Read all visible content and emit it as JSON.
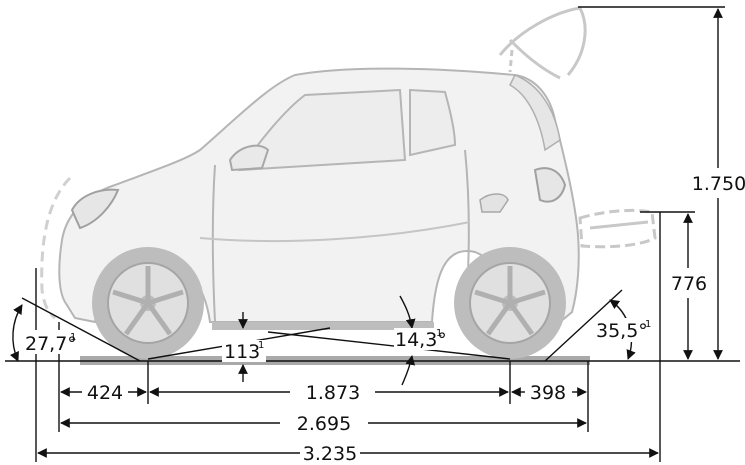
{
  "drawing": {
    "subject": "vehicle-side-elevation",
    "colors": {
      "line": "#111111",
      "body_fill": "#f2f2f2",
      "body_outline": "#b5b5b5",
      "wheel": "#bdbdbd",
      "rim": "#e0e0e0",
      "ground": "#a9a9a9",
      "door_ghost": "#d0d0d0"
    }
  },
  "dimensions": {
    "height": {
      "value": "1.750",
      "sup": ""
    },
    "tailgate_height": {
      "value": "776",
      "sup": ""
    },
    "approach_angle": {
      "value": "27,7°",
      "sup": "1"
    },
    "departure_angle": {
      "value": "35,5°",
      "sup": "1"
    },
    "breakover_angle": {
      "value": "14,3°",
      "sup": "1"
    },
    "ground_clearance": {
      "value": "113",
      "sup": "1"
    },
    "front_overhang": {
      "value": "424",
      "sup": ""
    },
    "wheelbase": {
      "value": "1.873",
      "sup": ""
    },
    "rear_overhang": {
      "value": "398",
      "sup": ""
    },
    "length": {
      "value": "2.695",
      "sup": ""
    },
    "length_open_tailgate": {
      "value": "3.235",
      "sup": ""
    }
  }
}
